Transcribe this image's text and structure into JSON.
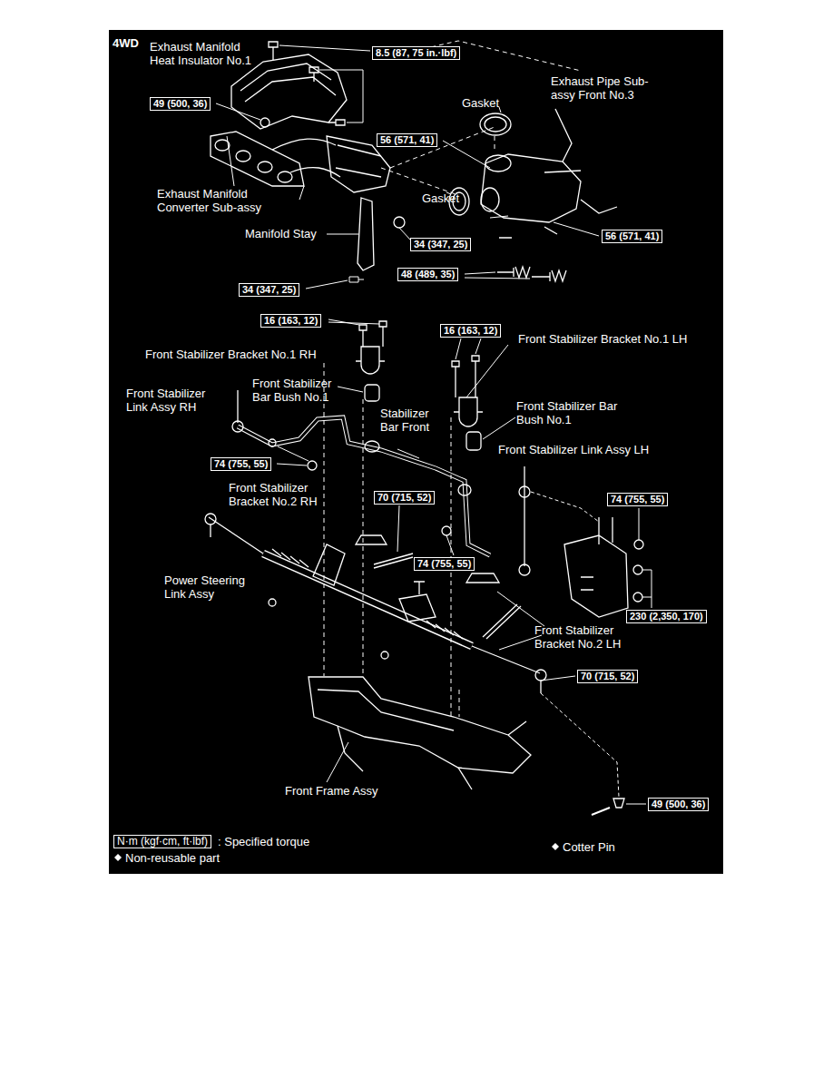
{
  "diagram": {
    "nodes": [
      {
        "text": [
          "8.5 (87, 75 in.·lbf)"
        ]
      },
      {
        "text": [
          "49 (500, 36)"
        ]
      },
      {
        "text": [
          "56 (571, 41)"
        ]
      },
      {
        "text": [
          "34 (347, 25)"
        ]
      },
      {
        "text": [
          "56 (571, 41)"
        ]
      },
      {
        "text": [
          "48 (489, 35)"
        ]
      },
      {
        "text": [
          "34 (347, 25)"
        ]
      },
      {
        "text": [
          "16 (163, 12)"
        ]
      },
      {
        "text": [
          "16 (163, 12)"
        ]
      },
      {
        "text": [
          "74 (755, 55)"
        ]
      },
      {
        "text": [
          "70 (715, 52)"
        ]
      },
      {
        "text": [
          "74 (755, 55)"
        ]
      },
      {
        "text": [
          "74 (755, 55)"
        ]
      },
      {
        "text": [
          "230 (2,350, 170)"
        ]
      },
      {
        "text": [
          "70 (715, 52)"
        ]
      },
      {
        "text": [
          "49 (500, 36)"
        ]
      },
      {
        "text": [
          "N·m (kgf·cm, ft·lbf)"
        ]
      }
    ],
    "labels": [
      "4WD",
      "Exhaust Manifold Heat Insulator No.1",
      "Exhaust Pipe Sub-assy Front No.3",
      "Gasket",
      "Exhaust Manifold Converter Sub-assy",
      "Gasket",
      "Manifold Stay",
      "Front Stabilizer Bracket No.1 RH",
      "Front Stabilizer Bracket No.1 LH",
      "Front Stabilizer Bar Bush No.1",
      "Front Stabilizer Link Assy RH",
      "Stabilizer Bar Front",
      "Front Stabilizer Bar Bush No.1",
      "Front Stabilizer Link Assy LH",
      "Front Stabilizer Bracket No.2 RH",
      "Power Steering Link Assy",
      "Front Stabilizer Bracket No.2 LH",
      "Front Frame Assy",
      "Cotter Pin"
    ],
    "legend": [
      {
        "text": ": Specified torque"
      },
      {
        "text": "Non-reusable part"
      }
    ]
  }
}
